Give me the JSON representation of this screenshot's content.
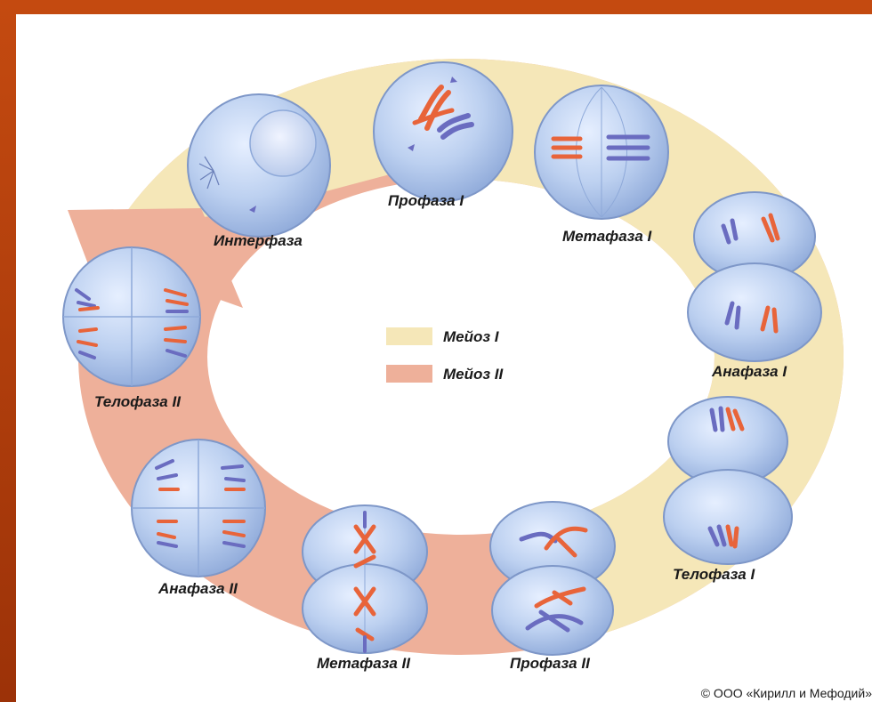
{
  "colors": {
    "meiosis_one": "#f5e7b8",
    "meiosis_two": "#eeb09a",
    "cell_fill": "#c3d6f2",
    "cell_edge": "#7e97c8",
    "chromosome_red": "#e8643a",
    "chromosome_blue": "#6a6cc0",
    "frame": "#b8400c"
  },
  "legend": [
    {
      "label": "Мейоз I",
      "color": "#f5e7b8"
    },
    {
      "label": "Мейоз II",
      "color": "#eeb09a"
    }
  ],
  "stages": {
    "interphase": "Интерфаза",
    "prophase1": "Профаза I",
    "metaphase1": "Метафаза I",
    "anaphase1": "Анафаза I",
    "telophase1": "Телофаза I",
    "prophase2": "Профаза II",
    "metaphase2": "Метафаза II",
    "anaphase2": "Анафаза II",
    "telophase2": "Телофаза II"
  },
  "copyright": "© ООО «Кирилл и Мефодий»"
}
